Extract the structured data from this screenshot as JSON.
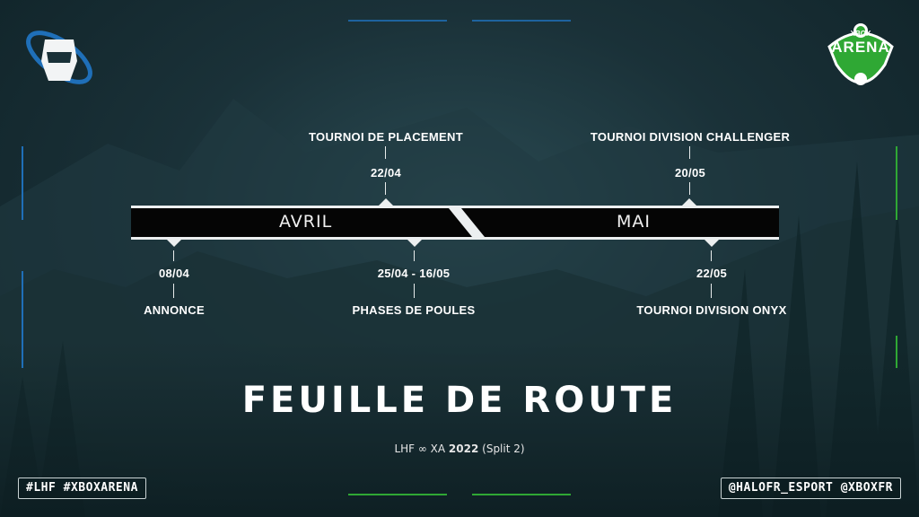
{
  "timeline": {
    "months": [
      "AVRIL",
      "MAI"
    ],
    "events_top": [
      {
        "title": "TOURNOI DE PLACEMENT",
        "date": "22/04"
      },
      {
        "title": "TOURNOI DIVISION CHALLENGER",
        "date": "20/05"
      }
    ],
    "events_bottom": [
      {
        "date": "08/04",
        "title": "ANNONCE"
      },
      {
        "date": "25/04 - 16/05",
        "title": "PHASES DE POULES"
      },
      {
        "date": "22/05",
        "title": "TOURNOI DIVISION ONYX"
      }
    ]
  },
  "title": "FEUILLE DE ROUTE",
  "subtitle": {
    "prefix": "LHF ∞ XA ",
    "bold": "2022",
    "suffix": " (Split 2)"
  },
  "hashtags": "#LHF #XBOXARENA",
  "handles": "@HALOFR_ESPORT @XBOXFR",
  "logo_right": {
    "line1": "XBOX",
    "line2": "ARENA"
  },
  "colors": {
    "blue_accent": "#1f6fb8",
    "green_accent": "#2fa834",
    "bar_black": "#050505"
  }
}
